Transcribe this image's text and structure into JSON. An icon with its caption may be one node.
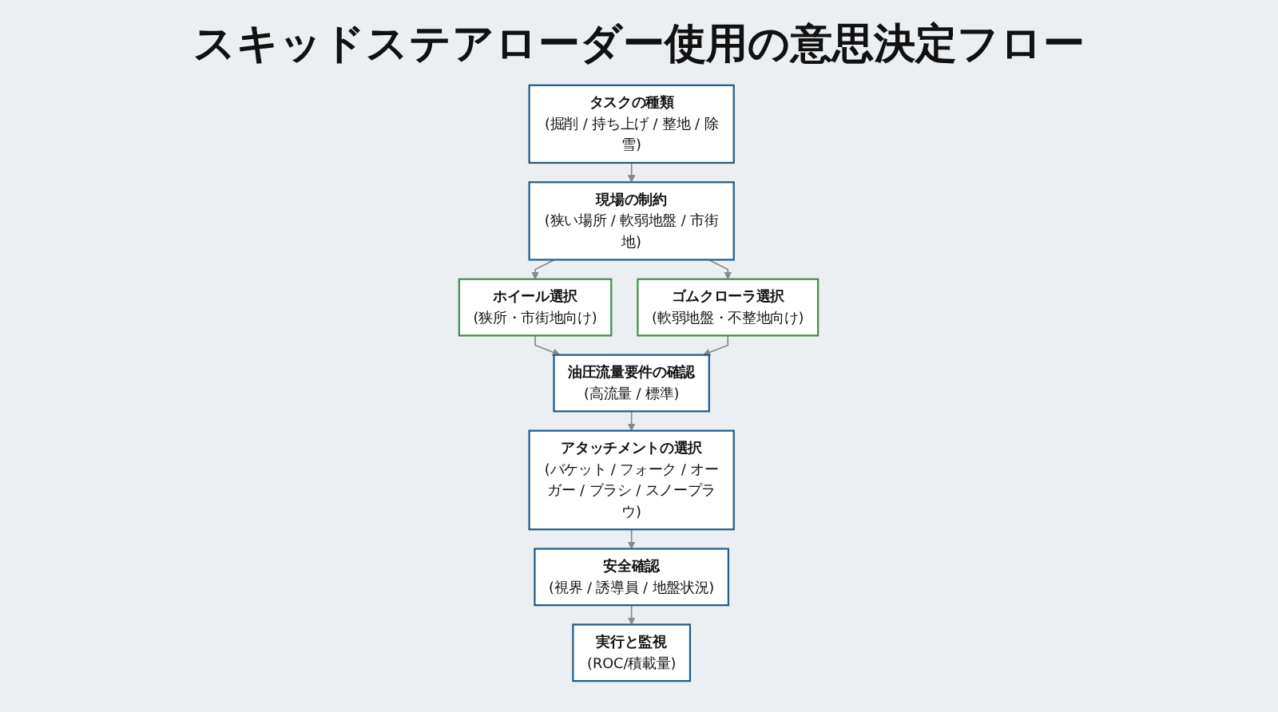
{
  "diagram": {
    "title": "スキッドステアローダー使用の意思決定フロー",
    "nodes": [
      {
        "text": [
          "タスクの種類",
          "(掘削 / 持ち上げ / 整地 / 除雪)"
        ]
      },
      {
        "text": [
          "現場の制約",
          "(狭い場所 / 軟弱地盤 / 市街地)"
        ]
      },
      {
        "text": [
          "ホイール選択",
          "(狭所・市街地向け)"
        ]
      },
      {
        "text": [
          "ゴムクローラ選択",
          "(軟弱地盤・不整地向け)"
        ]
      },
      {
        "text": [
          "油圧流量要件の確認",
          "(高流量 / 標準)"
        ]
      },
      {
        "text": [
          "アタッチメントの選択",
          "(バケット / フォーク / オーガー / ブラシ / スノープラウ)"
        ]
      },
      {
        "text": [
          "安全確認",
          "(視界 / 誘導員 / 地盤状況)"
        ]
      },
      {
        "text": [
          "実行と監視",
          "(ROC/積載量)"
        ]
      }
    ],
    "edges": [
      {
        "from": 0,
        "to": 1,
        "arrow": "to"
      },
      {
        "from": 1,
        "to": 2,
        "arrow": "to"
      },
      {
        "from": 1,
        "to": 3,
        "arrow": "to"
      },
      {
        "from": 2,
        "to": 4,
        "arrow": "to"
      },
      {
        "from": 3,
        "to": 4,
        "arrow": "to"
      },
      {
        "from": 4,
        "to": 5,
        "arrow": "to"
      },
      {
        "from": 5,
        "to": 6,
        "arrow": "to"
      },
      {
        "from": 6,
        "to": 7,
        "arrow": "to"
      }
    ]
  }
}
